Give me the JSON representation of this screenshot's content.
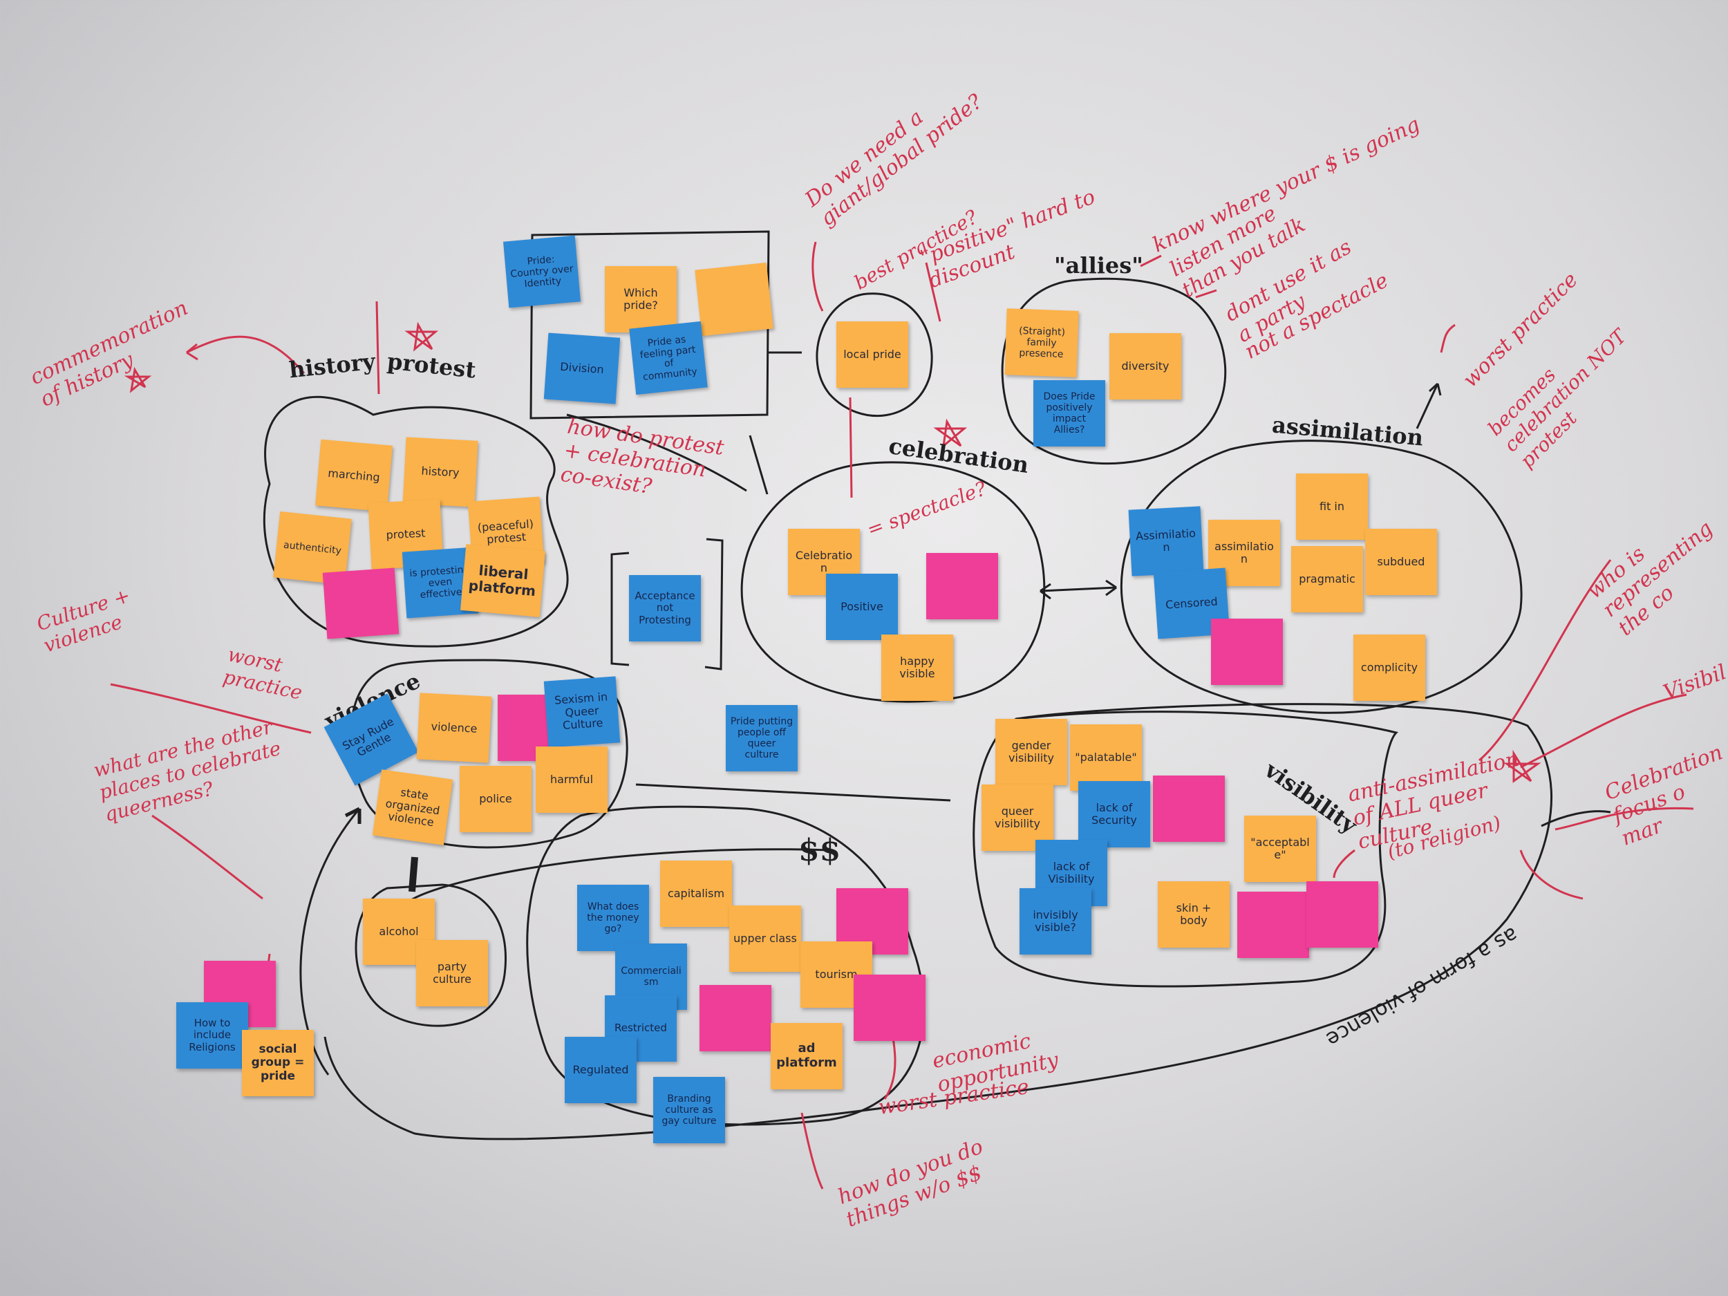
{
  "labels": {
    "history": "history",
    "protest": "protest",
    "celebration": "celebration",
    "allies": "\"allies\"",
    "assimilation": "assimilation",
    "violence": "violence",
    "visibility": "visibility",
    "money": "$$"
  },
  "annotations": {
    "commemoration": "commemoration of history",
    "culture_violence": "Culture + violence",
    "worst_practice_1": "worst practice",
    "other_places": "what are the other places to celebrate queerness?",
    "how_coexist": "how do protest + celebration co-exist?",
    "spectacle": "= spectacle?",
    "global_pride": "Do we need a giant/global pride?",
    "best_practice": "best practice?",
    "positive": "\"positive\" hard to discount",
    "know_money": "know where your $ is going",
    "listen_more": "listen more than you talk",
    "dont_party": "dont use it as a party",
    "not_spectacle": "not a spectacle",
    "worst_practice_2": "worst practice",
    "becomes_celebration": "becomes celebration NOT protest",
    "who_representing": "who is representing the co",
    "visibility_right": "Visibil",
    "anti_assimilation": "anti-assimilation of ALL queer culture",
    "to_religion": "(to religion)",
    "celebration_focus": "Celebration focus o mar",
    "economic_opportunity": "economic opportunity",
    "worst_practice_3": "worst practice",
    "how_without_money": "how do you do things w/o $$",
    "form_of_violence": "as a form of violence"
  },
  "notes": [
    {
      "text": "Pride: Country over Identity",
      "color": "blue"
    },
    {
      "text": "Which pride?",
      "color": "orange"
    },
    {
      "text": "",
      "color": "orange"
    },
    {
      "text": "Division",
      "color": "blue"
    },
    {
      "text": "Pride as feeling part of community",
      "color": "blue"
    },
    {
      "text": "local pride",
      "color": "orange"
    },
    {
      "text": "marching",
      "color": "orange"
    },
    {
      "text": "history",
      "color": "orange"
    },
    {
      "text": "authenticity",
      "color": "orange"
    },
    {
      "text": "protest",
      "color": "orange"
    },
    {
      "text": "(peaceful) protest",
      "color": "orange"
    },
    {
      "text": "",
      "color": "pink"
    },
    {
      "text": "is protesting even effective",
      "color": "blue"
    },
    {
      "text": "liberal platform",
      "color": "orange"
    },
    {
      "text": "(Straight) family presence",
      "color": "orange"
    },
    {
      "text": "diversity",
      "color": "orange"
    },
    {
      "text": "Does Pride positively impact Allies?",
      "color": "blue"
    },
    {
      "text": "Acceptance not Protesting",
      "color": "blue"
    },
    {
      "text": "Celebration",
      "color": "orange"
    },
    {
      "text": "",
      "color": "pink"
    },
    {
      "text": "Positive",
      "color": "blue"
    },
    {
      "text": "happy visible",
      "color": "orange"
    },
    {
      "text": "fit in",
      "color": "orange"
    },
    {
      "text": "Assimilation",
      "color": "blue"
    },
    {
      "text": "assimilation",
      "color": "orange"
    },
    {
      "text": "Censored",
      "color": "blue"
    },
    {
      "text": "pragmatic",
      "color": "orange"
    },
    {
      "text": "subdued",
      "color": "orange"
    },
    {
      "text": "",
      "color": "pink"
    },
    {
      "text": "complicity",
      "color": "orange"
    },
    {
      "text": "Stay Rude Gentle",
      "color": "blue"
    },
    {
      "text": "violence",
      "color": "orange"
    },
    {
      "text": "",
      "color": "pink"
    },
    {
      "text": "Sexism in Queer Culture",
      "color": "blue"
    },
    {
      "text": "state organized violence",
      "color": "orange"
    },
    {
      "text": "police",
      "color": "orange"
    },
    {
      "text": "harmful",
      "color": "orange"
    },
    {
      "text": "Pride putting people off queer culture",
      "color": "blue"
    },
    {
      "text": "gender visibility",
      "color": "orange"
    },
    {
      "text": "\"palatable\"",
      "color": "orange"
    },
    {
      "text": "queer visibility",
      "color": "orange"
    },
    {
      "text": "lack of Security",
      "color": "blue"
    },
    {
      "text": "",
      "color": "pink"
    },
    {
      "text": "lack of Visibility",
      "color": "blue"
    },
    {
      "text": "\"acceptable\"",
      "color": "orange"
    },
    {
      "text": "invisibly visible?",
      "color": "blue"
    },
    {
      "text": "skin + body",
      "color": "orange"
    },
    {
      "text": "",
      "color": "pink"
    },
    {
      "text": "",
      "color": "pink"
    },
    {
      "text": "alcohol",
      "color": "orange"
    },
    {
      "text": "party culture",
      "color": "orange"
    },
    {
      "text": "What does the money go?",
      "color": "blue"
    },
    {
      "text": "capitalism",
      "color": "orange"
    },
    {
      "text": "upper class",
      "color": "orange"
    },
    {
      "text": "",
      "color": "pink"
    },
    {
      "text": "Commercialism",
      "color": "blue"
    },
    {
      "text": "tourism",
      "color": "orange"
    },
    {
      "text": "Restricted",
      "color": "blue"
    },
    {
      "text": "",
      "color": "pink"
    },
    {
      "text": "",
      "color": "pink"
    },
    {
      "text": "ad platform",
      "color": "orange"
    },
    {
      "text": "Regulated",
      "color": "blue"
    },
    {
      "text": "Branding culture as gay culture",
      "color": "blue"
    },
    {
      "text": "",
      "color": "pink"
    },
    {
      "text": "How to include Religions",
      "color": "blue"
    },
    {
      "text": "social group = pride",
      "color": "orange"
    }
  ]
}
